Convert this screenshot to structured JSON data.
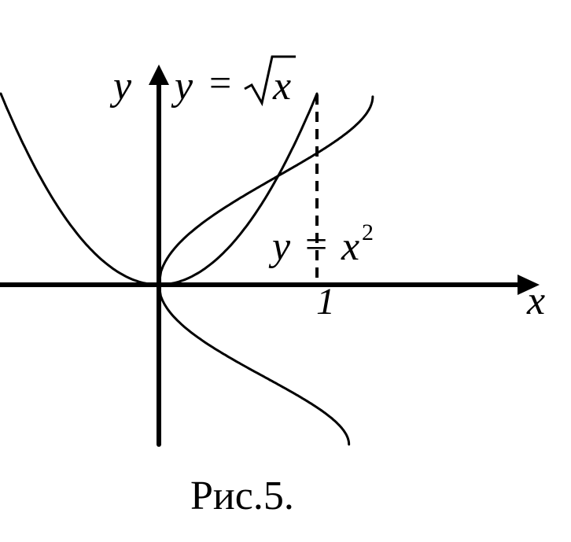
{
  "axes": {
    "x_label": "x",
    "y_label": "y",
    "tick_label": "1"
  },
  "curves": {
    "sqrt": {
      "lhs": "y",
      "eq": "=",
      "var": "x"
    },
    "parabola": {
      "lhs": "y",
      "eq": "=",
      "var": "x",
      "exponent": "2"
    }
  },
  "caption": "Рис.5.",
  "colors": {
    "ink": "#000000",
    "background": "#ffffff"
  }
}
